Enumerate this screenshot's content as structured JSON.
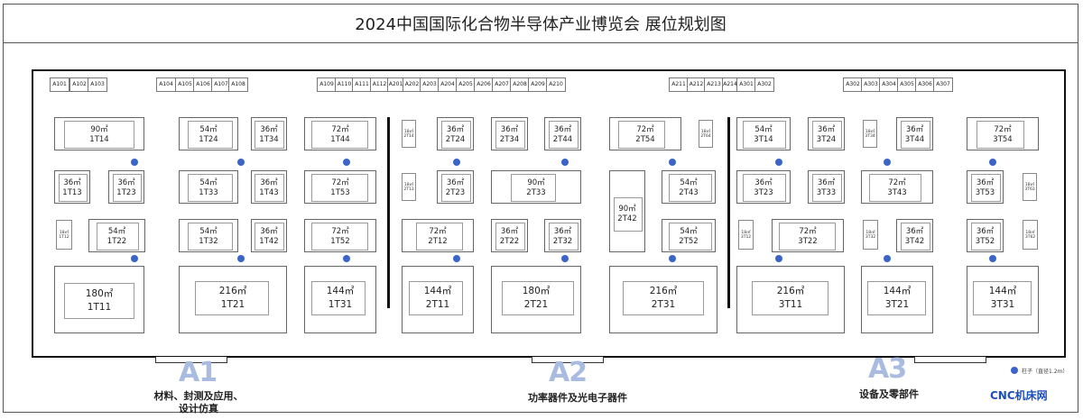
{
  "title": "2024中国国际化合物半导体产业博览会 展位规划图",
  "small_booths": [
    "A101",
    "A102",
    "A103",
    "A104",
    "A105",
    "A106",
    "A107",
    "A108",
    "A109",
    "A110",
    "A111",
    "A112",
    "A201",
    "A202",
    "A203",
    "A204",
    "A205",
    "A206",
    "A207",
    "A208",
    "A209",
    "A210",
    "A211",
    "A212",
    "A213",
    "A214",
    "A301",
    "A302",
    "A302",
    "A303",
    "A304",
    "A305",
    "A306",
    "A307"
  ],
  "booths": [
    {
      "area": "90㎡",
      "code": "1T14"
    },
    {
      "area": "54㎡",
      "code": "1T24"
    },
    {
      "area": "36㎡",
      "code": "1T34"
    },
    {
      "area": "72㎡",
      "code": "1T44"
    },
    {
      "area": "36㎡",
      "code": "2T24"
    },
    {
      "area": "36㎡",
      "code": "2T34"
    },
    {
      "area": "36㎡",
      "code": "2T44"
    },
    {
      "area": "72㎡",
      "code": "2T54"
    },
    {
      "area": "54㎡",
      "code": "3T14"
    },
    {
      "area": "36㎡",
      "code": "3T24"
    },
    {
      "area": "36㎡",
      "code": "3T44"
    },
    {
      "area": "72㎡",
      "code": "3T54"
    },
    {
      "area": "36㎡",
      "code": "1T13"
    },
    {
      "area": "36㎡",
      "code": "1T23"
    },
    {
      "area": "54㎡",
      "code": "1T33"
    },
    {
      "area": "36㎡",
      "code": "1T43"
    },
    {
      "area": "72㎡",
      "code": "1T53"
    },
    {
      "area": "36㎡",
      "code": "2T23"
    },
    {
      "area": "90㎡",
      "code": "2T33"
    },
    {
      "area": "90㎡",
      "code": "2T42"
    },
    {
      "area": "54㎡",
      "code": "2T43"
    },
    {
      "area": "36㎡",
      "code": "3T23"
    },
    {
      "area": "36㎡",
      "code": "3T33"
    },
    {
      "area": "72㎡",
      "code": "3T43"
    },
    {
      "area": "36㎡",
      "code": "3T53"
    },
    {
      "area": "54㎡",
      "code": "1T22"
    },
    {
      "area": "54㎡",
      "code": "1T32"
    },
    {
      "area": "36㎡",
      "code": "1T42"
    },
    {
      "area": "72㎡",
      "code": "1T52"
    },
    {
      "area": "72㎡",
      "code": "2T12"
    },
    {
      "area": "36㎡",
      "code": "2T22"
    },
    {
      "area": "36㎡",
      "code": "2T32"
    },
    {
      "area": "54㎡",
      "code": "2T52"
    },
    {
      "area": "72㎡",
      "code": "3T22"
    },
    {
      "area": "36㎡",
      "code": "3T42"
    },
    {
      "area": "36㎡",
      "code": "3T52"
    },
    {
      "area": "180㎡",
      "code": "1T11"
    },
    {
      "area": "216㎡",
      "code": "1T21"
    },
    {
      "area": "144㎡",
      "code": "1T31"
    },
    {
      "area": "144㎡",
      "code": "2T11"
    },
    {
      "area": "180㎡",
      "code": "2T21"
    },
    {
      "area": "216㎡",
      "code": "2T31"
    },
    {
      "area": "216㎡",
      "code": "3T11"
    },
    {
      "area": "144㎡",
      "code": "3T21"
    },
    {
      "area": "144㎡",
      "code": "3T31"
    }
  ],
  "mini_booths": [
    {
      "area": "18㎡",
      "code": "2T14"
    },
    {
      "area": "18㎡",
      "code": "2T64"
    },
    {
      "area": "18㎡",
      "code": "3T34"
    },
    {
      "area": "18㎡",
      "code": "2T13"
    },
    {
      "area": "18㎡",
      "code": "3T63"
    },
    {
      "area": "18㎡",
      "code": "1T12"
    },
    {
      "area": "18㎡",
      "code": "3T12"
    },
    {
      "area": "18㎡",
      "code": "3T32"
    },
    {
      "area": "18㎡",
      "code": "3T62"
    }
  ],
  "halls": [
    {
      "letter": "A1",
      "name_line1": "材料、封测及应用、",
      "name_line2": "设计仿真"
    },
    {
      "letter": "A2",
      "name_line1": "功率器件及光电子器件",
      "name_line2": ""
    },
    {
      "letter": "A3",
      "name_line1": "设备及零部件",
      "name_line2": ""
    }
  ],
  "legend": "柱子（直径1.2m）",
  "brand": "CNC机床网",
  "colors": {
    "pillar": "#3a64c8",
    "hall_letter": "#a9bbe0",
    "brand": "#1b4fbf"
  }
}
